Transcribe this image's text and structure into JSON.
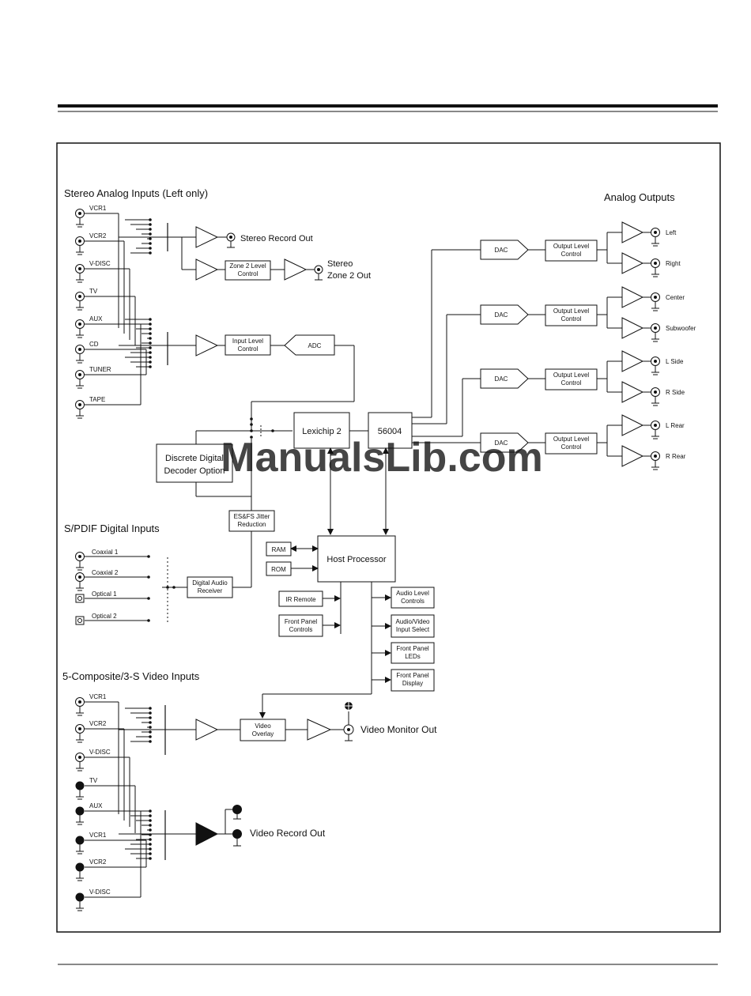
{
  "sections": {
    "analog_inputs": "Stereo Analog Inputs (Left only)",
    "analog_outputs": "Analog Outputs",
    "spdif_inputs": "S/PDIF Digital Inputs",
    "video_inputs": "5-Composite/3-S Video Inputs"
  },
  "analog_inputs": [
    "VCR1",
    "VCR2",
    "V-DISC",
    "TV",
    "AUX",
    "CD",
    "TUNER",
    "TAPE"
  ],
  "spdif_inputs": [
    "Coaxial 1",
    "Coaxial 2",
    "Optical 1",
    "Optical 2"
  ],
  "video_inputs": [
    "VCR1",
    "VCR2",
    "V-DISC",
    "TV",
    "AUX",
    "VCR1",
    "VCR2",
    "V-DISC"
  ],
  "outputs": {
    "record_out": "Stereo Record Out",
    "zone2_line1": "Stereo",
    "zone2_line2": "Zone 2 Out",
    "video_monitor": "Video Monitor Out",
    "video_record": "Video Record Out"
  },
  "blocks": {
    "zone2_level": [
      "Zone 2 Level",
      "Control"
    ],
    "input_level": [
      "Input Level",
      "Control"
    ],
    "adc": "ADC",
    "lexichip": "Lexichip 2",
    "dsp": "56004",
    "decoder": [
      "Discrete Digital",
      "Decoder Option"
    ],
    "jitter": [
      "ES&FS Jitter",
      "Reduction"
    ],
    "digital_receiver": [
      "Digital Audio",
      "Receiver"
    ],
    "host": "Host Processor",
    "ram": "RAM",
    "rom": "ROM",
    "ir_remote": "IR Remote",
    "front_panel_controls": [
      "Front Panel",
      "Controls"
    ],
    "audio_level_controls": [
      "Audio Level",
      "Controls"
    ],
    "audio_video_select": [
      "Audio/Video",
      "Input Select"
    ],
    "front_panel_leds": [
      "Front Panel",
      "LEDs"
    ],
    "front_panel_display": [
      "Front Panel",
      "Display"
    ],
    "video_overlay": [
      "Video",
      "Overlay"
    ],
    "dac": "DAC",
    "output_level": [
      "Output Level",
      "Control"
    ]
  },
  "output_pairs": [
    [
      "Left",
      "Right"
    ],
    [
      "Center",
      "Subwoofer"
    ],
    [
      "L Side",
      "R Side"
    ],
    [
      "L Rear",
      "R Rear"
    ]
  ],
  "watermark": "ManualsLib.com"
}
